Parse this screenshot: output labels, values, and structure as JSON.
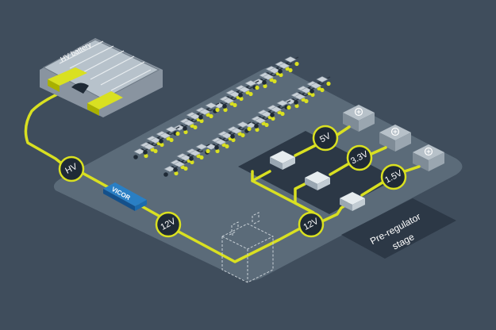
{
  "battery": {
    "label": "HV battery"
  },
  "nodes": {
    "hv": "HV",
    "v12_main": "12V",
    "v12_right": "12V",
    "v5": "5V",
    "v33": "3.3V",
    "v15": "1.5V"
  },
  "module": {
    "brand": "VICOR"
  },
  "pre_regulator": {
    "line1": "Pre-regulator",
    "line2": "stage"
  },
  "colors": {
    "background": "#3f4d5c",
    "board": "#5b6b79",
    "wire": "#d9e021",
    "node_fill": "#1f2a36",
    "vicor_blue": "#1b75bc",
    "dark_panel": "#2c3846"
  },
  "icons": [
    "chip-icon",
    "load-icon",
    "lv-battery-icon",
    "converter-icon"
  ]
}
